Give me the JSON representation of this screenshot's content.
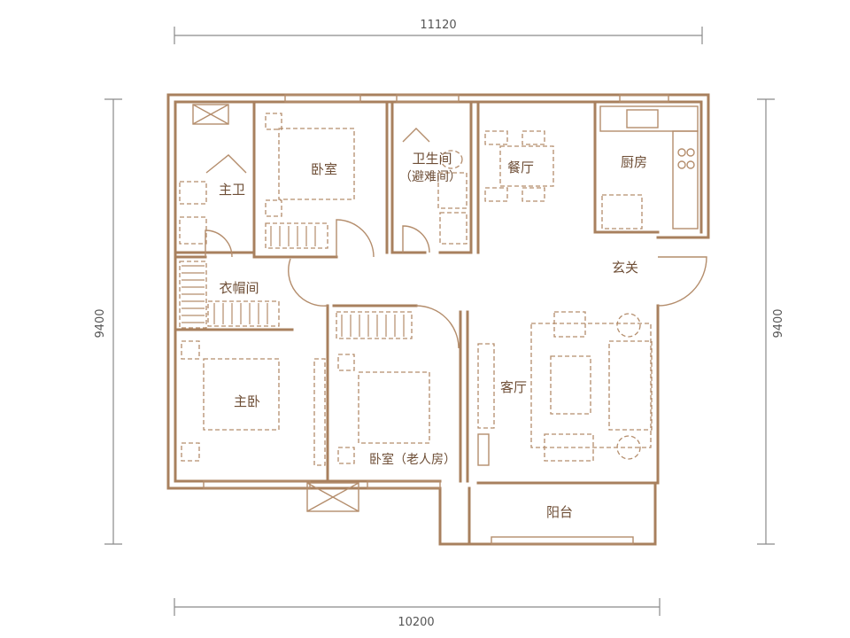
{
  "dimensions": {
    "top": "11120",
    "bottom": "10200",
    "left": "9400",
    "right": "9400"
  },
  "rooms": {
    "master_bath": "主卫",
    "bedroom": "卧室",
    "bathroom": "卫生间",
    "refuge": "（避难间）",
    "dining": "餐厅",
    "kitchen": "厨房",
    "entrance": "玄关",
    "closet": "衣帽间",
    "living": "客厅",
    "master_bedroom": "主卧",
    "elder_bedroom": "卧室（老人房）",
    "balcony": "阳台"
  },
  "colors": {
    "wall": "#a8805e",
    "text": "#6e4e36",
    "dimension": "#8a8a8a"
  }
}
